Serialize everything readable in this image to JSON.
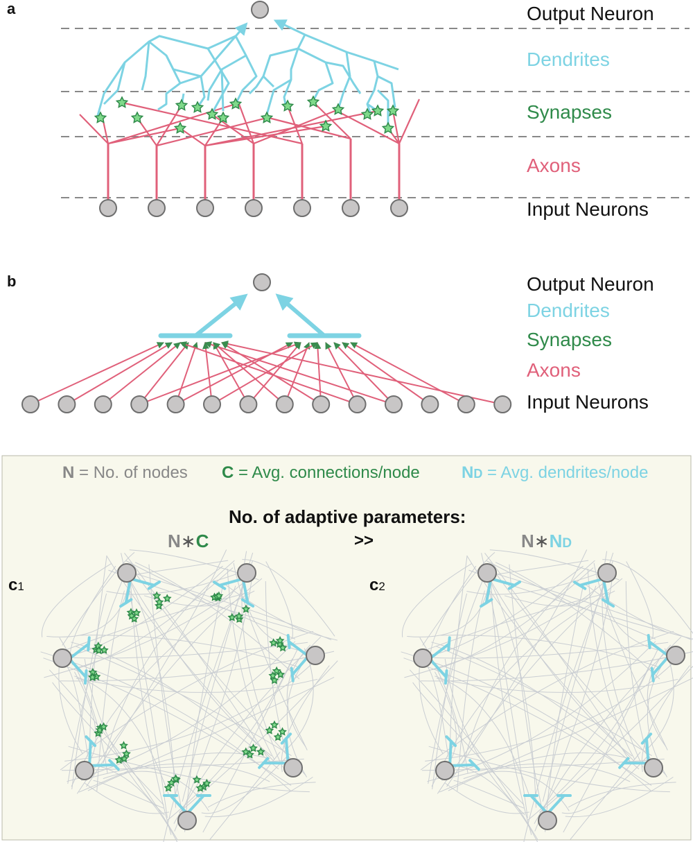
{
  "panels": {
    "a": {
      "letter": "a",
      "labels": {
        "output": "Output Neuron",
        "dendrites": "Dendrites",
        "synapses": "Synapses",
        "axons": "Axons",
        "input": "Input Neurons"
      }
    },
    "b": {
      "letter": "b",
      "labels": {
        "output": "Output Neuron",
        "dendrites": "Dendrites",
        "synapses": "Synapses",
        "axons": "Axons",
        "input": "Input Neurons"
      }
    },
    "c": {
      "legend": {
        "n_sym": "N",
        "n_text": " = No. of nodes",
        "c_sym": "C",
        "c_text": " = Avg. connections/node",
        "nd_sym": "N",
        "nd_sub": "D",
        "nd_text": " = Avg. dendrites/node"
      },
      "title": "No. of adaptive parameters:",
      "formula_left_n": "N",
      "formula_left_op": "∗",
      "formula_left_c": "C",
      "comparator": ">>",
      "formula_right_n": "N",
      "formula_right_op": "∗",
      "formula_right_nd": "N",
      "formula_right_nd_sub": "D",
      "c1_label": "c",
      "c1_sub": "1",
      "c2_label": "c",
      "c2_sub": "2"
    }
  },
  "colors": {
    "dendrite": "#7dd3e3",
    "synapse": "#2f8a4a",
    "synapse_fill": "#7fd98a",
    "axon": "#e0607a",
    "neuron_fill": "#c8c6c6",
    "neuron_stroke": "#6e6e6e",
    "guide": "#888888",
    "graph_edge": "#c9cdd2",
    "panel_bg": "#f8f8ec"
  }
}
